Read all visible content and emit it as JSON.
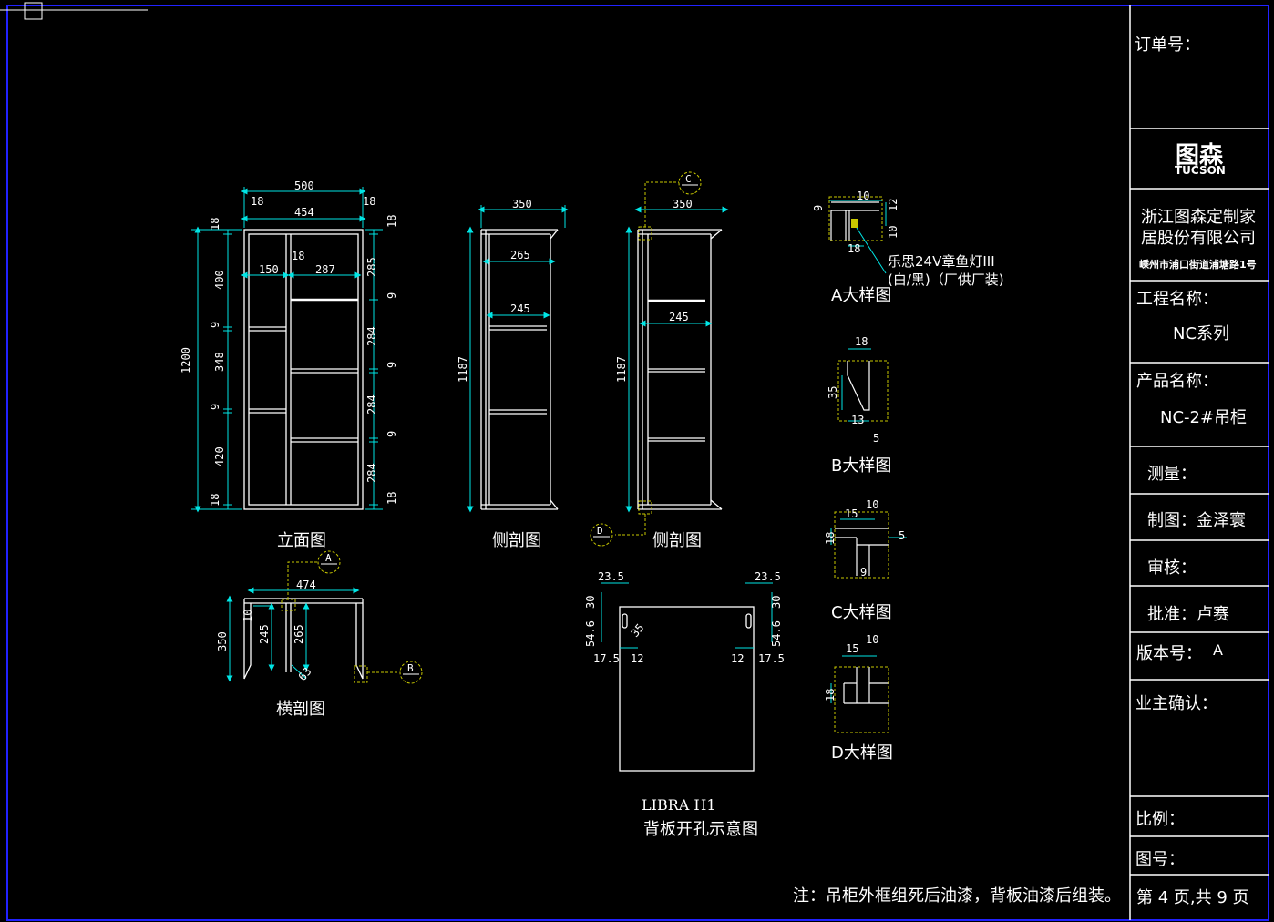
{
  "colors": {
    "background": "#000000",
    "frame": "#2222ff",
    "line": "#ffffff",
    "dimension": "#00e5e5",
    "hidden": "#c8c800"
  },
  "views": {
    "elevation": "立面图",
    "side_section_1": "侧剖图",
    "side_section_2": "侧剖图",
    "cross_section": "横剖图",
    "detail_a": "A大样图",
    "detail_b": "B大样图",
    "detail_c": "C大样图",
    "detail_d": "D大样图",
    "back_panel_model": "LIBRA H1",
    "back_panel_title": "背板开孔示意图"
  },
  "callouts": {
    "a": "A",
    "b": "B",
    "c": "C",
    "d": "D"
  },
  "lamp_note_line1": "乐思24V章鱼灯III",
  "lamp_note_line2": "(白/黑)（厂供厂装)",
  "note": "注：吊柜外框组死后油漆，背板油漆后组装。",
  "dims": {
    "elev_w": "500",
    "elev_inner": "454",
    "t18": "18",
    "elev_h": "1200",
    "elev_150": "150",
    "elev_287": "287",
    "elev_400": "400",
    "elev_348": "348",
    "elev_420": "420",
    "t9": "9",
    "elev_285": "285",
    "elev_284": "284",
    "side_350": "350",
    "side_265": "265",
    "side_245": "245",
    "side_1187": "1187",
    "cs_474": "474",
    "cs_350": "350",
    "cs_10": "10",
    "cs_245": "245",
    "cs_265": "265",
    "cs_63": "63",
    "d10": "10",
    "d12": "12",
    "d9": "9",
    "d18": "18",
    "d35": "35",
    "d13": "13",
    "d5": "5",
    "d15": "15",
    "bp_235": "23.5",
    "bp_30": "30",
    "bp_546": "54.6",
    "bp_175": "17.5",
    "bp_12": "12",
    "bp_35": "35"
  },
  "title_block": {
    "order_no": "订单号：",
    "logo_main": "图森",
    "logo_sub": "TUCSON",
    "company_line1": "浙江图森定制家",
    "company_line2": "居股份有限公司",
    "company_address": "嵊州市浦口街道浦塘路1号",
    "project_label": "工程名称：",
    "project_value": "NC系列",
    "product_label": "产品名称：",
    "product_value": "NC-2#吊柜",
    "measure": "测量：",
    "drafter": "制图：金泽寰",
    "review": "审核：",
    "approve": "批准：卢赛",
    "version_label": "版本号：",
    "version_value": "A",
    "owner_confirm": "业主确认：",
    "scale": "比例：",
    "drawing_no": "图号：",
    "page_info": "第 4 页,共 9 页"
  }
}
